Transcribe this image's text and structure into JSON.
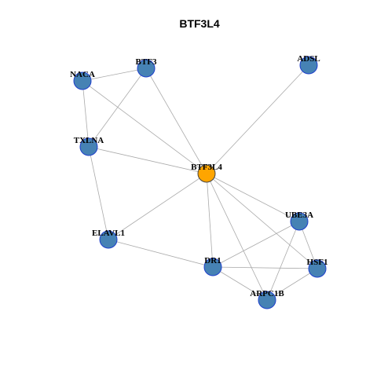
{
  "title": "BTF3L4",
  "colors": {
    "background": "#ffffff",
    "center_node": "#FFA500",
    "node": "#4682B4",
    "node_border": "#1E3FCC",
    "center_border": "#444444",
    "edge": "#AAAAAA",
    "label": "#000000"
  },
  "network": {
    "center": "BTF3L4",
    "nodes": [
      {
        "id": "BTF3L4",
        "label": "BTF3L4",
        "type": "center"
      },
      {
        "id": "NACA",
        "label": "NACA",
        "type": "partner"
      },
      {
        "id": "BTF3",
        "label": "BTF3",
        "type": "partner"
      },
      {
        "id": "ADSL",
        "label": "ADSL",
        "type": "partner"
      },
      {
        "id": "TXLNA",
        "label": "TXLNA",
        "type": "partner"
      },
      {
        "id": "ELAVL1",
        "label": "ELAVL1",
        "type": "partner"
      },
      {
        "id": "UBE3A",
        "label": "UBE3A",
        "type": "partner"
      },
      {
        "id": "DR1",
        "label": "DR1",
        "type": "partner"
      },
      {
        "id": "HSF1",
        "label": "HSF1",
        "type": "partner"
      },
      {
        "id": "ARPC1B",
        "label": "ARPC1B",
        "type": "partner"
      }
    ],
    "edges": [
      [
        "NACA",
        "BTF3"
      ],
      [
        "NACA",
        "TXLNA"
      ],
      [
        "NACA",
        "BTF3L4"
      ],
      [
        "BTF3",
        "TXLNA"
      ],
      [
        "BTF3",
        "BTF3L4"
      ],
      [
        "ADSL",
        "BTF3L4"
      ],
      [
        "TXLNA",
        "BTF3L4"
      ],
      [
        "TXLNA",
        "ELAVL1"
      ],
      [
        "ELAVL1",
        "BTF3L4"
      ],
      [
        "ELAVL1",
        "DR1"
      ],
      [
        "BTF3L4",
        "UBE3A"
      ],
      [
        "BTF3L4",
        "DR1"
      ],
      [
        "BTF3L4",
        "HSF1"
      ],
      [
        "BTF3L4",
        "ARPC1B"
      ],
      [
        "UBE3A",
        "DR1"
      ],
      [
        "UBE3A",
        "HSF1"
      ],
      [
        "UBE3A",
        "ARPC1B"
      ],
      [
        "DR1",
        "HSF1"
      ],
      [
        "DR1",
        "ARPC1B"
      ],
      [
        "HSF1",
        "ARPC1B"
      ]
    ]
  }
}
